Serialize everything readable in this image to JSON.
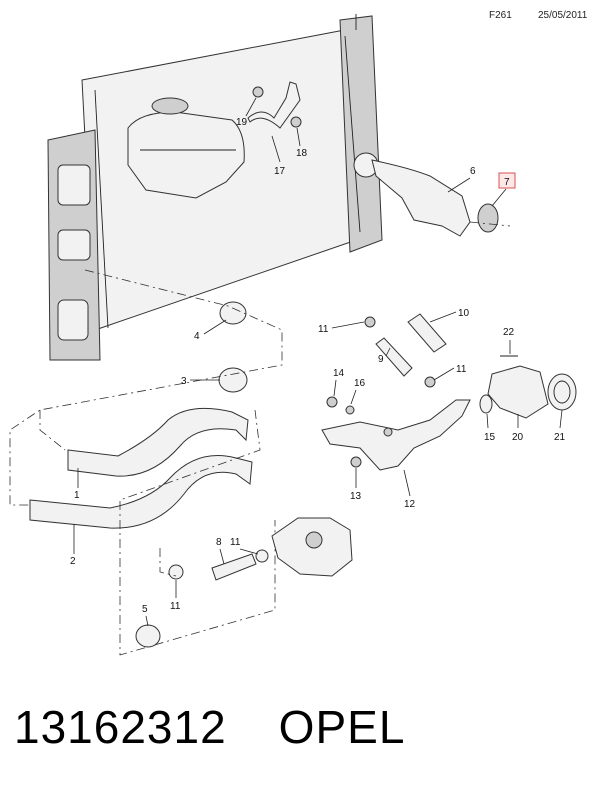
{
  "header": {
    "sheet_code": "F261",
    "date": "25/05/2011"
  },
  "footer": {
    "part_number": "13162312",
    "brand": "OPEL"
  },
  "callouts": {
    "c1": "1",
    "c2": "2",
    "c3": "3",
    "c4": "4",
    "c5": "5",
    "c6": "6",
    "c7": "7",
    "c8": "8",
    "c9": "9",
    "c10": "10",
    "c11a": "11",
    "c11b": "11",
    "c11c": "11",
    "c11d": "11",
    "c12": "12",
    "c13": "13",
    "c14": "14",
    "c15": "15",
    "c16": "16",
    "c17": "17",
    "c18": "18",
    "c19": "19",
    "c20": "20",
    "c21": "21",
    "c22": "22"
  },
  "highlight_color": "#d9534f"
}
